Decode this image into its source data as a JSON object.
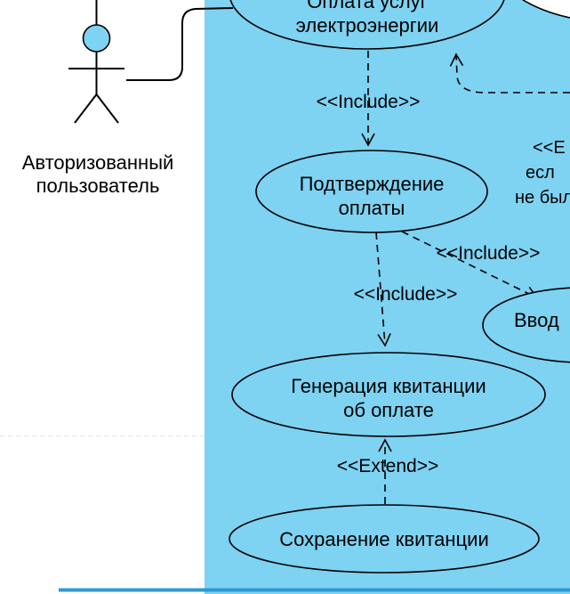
{
  "diagram": {
    "actor": {
      "name_line1": "Авторизованный",
      "name_line2": "пользователь"
    },
    "usecases": {
      "payment": {
        "line1": "Оплата услуг",
        "line2": "электроэнергии"
      },
      "confirmation": {
        "line1": "Подтверждение",
        "line2": "оплаты"
      },
      "input": {
        "line1": "Ввод"
      },
      "receipt": {
        "line1": "Генерация квитанции",
        "line2": "об оплате"
      },
      "save": {
        "line1": "Сохранение квитанции"
      }
    },
    "edge_labels": {
      "include_payment_confirmation": "<<Include>>",
      "include_confirmation_input": "<<Include>>",
      "include_confirmation_receipt": "<<Include>>",
      "extend_save_receipt": "<<Extend>>"
    },
    "note": {
      "line1": "<<E",
      "line2": "есл",
      "line3": "не был"
    }
  },
  "colors": {
    "canvas": "#ffffff",
    "system_fill": "#7ed2f2",
    "shape_stroke": "#000000",
    "bottom_line": "#2d9ad1",
    "page_separator": "#e2e2e2"
  }
}
